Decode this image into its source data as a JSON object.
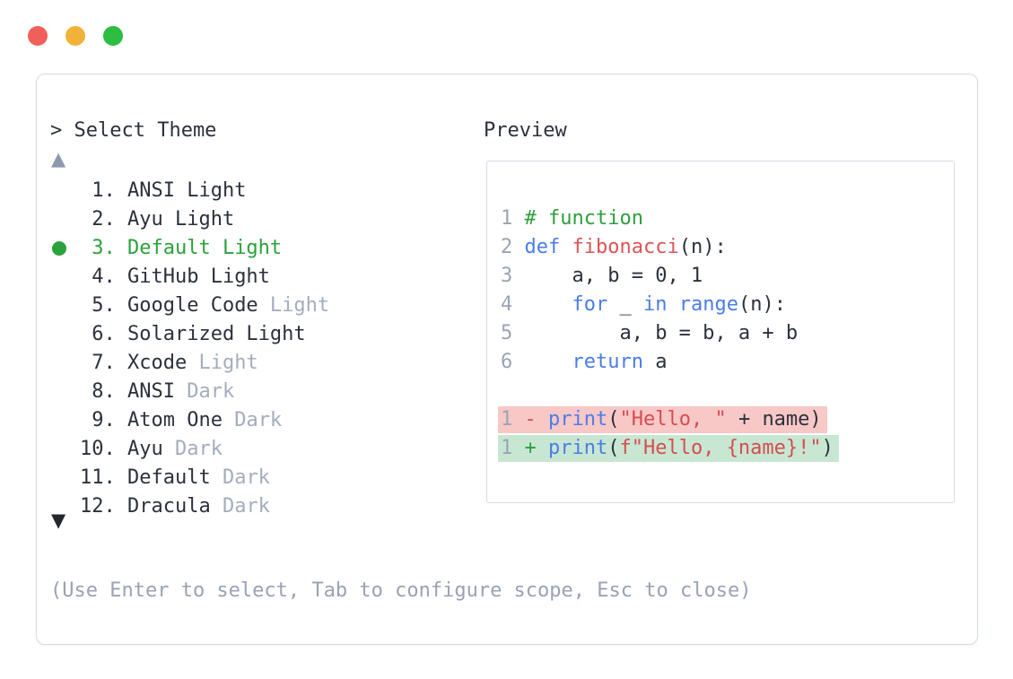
{
  "window": {
    "controls": [
      {
        "name": "close",
        "color_key": "light-red"
      },
      {
        "name": "minimize",
        "color_key": "light-yellow"
      },
      {
        "name": "zoom",
        "color_key": "light-green"
      }
    ]
  },
  "picker": {
    "prompt": "> Select Theme",
    "scroll_up_indicator": "▲",
    "scroll_down_indicator": "▼",
    "items": [
      {
        "number": "1",
        "name": "ANSI Light",
        "muted_suffix": "",
        "selected": false
      },
      {
        "number": "2",
        "name": "Ayu Light",
        "muted_suffix": "",
        "selected": false
      },
      {
        "number": "3",
        "name": "Default Light",
        "muted_suffix": "",
        "selected": true
      },
      {
        "number": "4",
        "name": "GitHub Light",
        "muted_suffix": "",
        "selected": false
      },
      {
        "number": "5",
        "name": "Google Code",
        "muted_suffix": "Light",
        "selected": false
      },
      {
        "number": "6",
        "name": "Solarized Light",
        "muted_suffix": "",
        "selected": false
      },
      {
        "number": "7",
        "name": "Xcode",
        "muted_suffix": "Light",
        "selected": false
      },
      {
        "number": "8",
        "name": "ANSI",
        "muted_suffix": "Dark",
        "selected": false
      },
      {
        "number": "9",
        "name": "Atom One",
        "muted_suffix": "Dark",
        "selected": false
      },
      {
        "number": "10",
        "name": "Ayu",
        "muted_suffix": "Dark",
        "selected": false
      },
      {
        "number": "11",
        "name": "Default",
        "muted_suffix": "Dark",
        "selected": false
      },
      {
        "number": "12",
        "name": "Dracula",
        "muted_suffix": "Dark",
        "selected": false
      }
    ],
    "help": "(Use Enter to select, Tab to configure scope, Esc to close)"
  },
  "preview": {
    "label": "Preview",
    "code_lines": [
      {
        "num": "1",
        "tokens": [
          {
            "c": "cm",
            "t": "# function"
          }
        ]
      },
      {
        "num": "2",
        "tokens": [
          {
            "c": "kw",
            "t": "def"
          },
          {
            "c": "pl",
            "t": " "
          },
          {
            "c": "fn",
            "t": "fibonacci"
          },
          {
            "c": "pl",
            "t": "(n):"
          }
        ]
      },
      {
        "num": "3",
        "tokens": [
          {
            "c": "pl",
            "t": "    a, b = 0, 1"
          }
        ]
      },
      {
        "num": "4",
        "tokens": [
          {
            "c": "pl",
            "t": "    "
          },
          {
            "c": "kw",
            "t": "for"
          },
          {
            "c": "pl",
            "t": " _ "
          },
          {
            "c": "kw",
            "t": "in"
          },
          {
            "c": "pl",
            "t": " "
          },
          {
            "c": "kw",
            "t": "range"
          },
          {
            "c": "pl",
            "t": "(n):"
          }
        ]
      },
      {
        "num": "5",
        "tokens": [
          {
            "c": "pl",
            "t": "        a, b = b, a + b"
          }
        ]
      },
      {
        "num": "6",
        "tokens": [
          {
            "c": "pl",
            "t": "    "
          },
          {
            "c": "kw",
            "t": "return"
          },
          {
            "c": "pl",
            "t": " a"
          }
        ]
      }
    ],
    "diff_lines": [
      {
        "num": "1",
        "sign": "-",
        "kind": "removed",
        "tokens": [
          {
            "c": "kw",
            "t": "print"
          },
          {
            "c": "pl",
            "t": "("
          },
          {
            "c": "st",
            "t": "\"Hello, \""
          },
          {
            "c": "pl",
            "t": " + name)"
          }
        ]
      },
      {
        "num": "1",
        "sign": "+",
        "kind": "added",
        "tokens": [
          {
            "c": "kw",
            "t": "print"
          },
          {
            "c": "pl",
            "t": "("
          },
          {
            "c": "st",
            "t": "f\"Hello, {name}!\""
          },
          {
            "c": "pl",
            "t": ")"
          }
        ]
      }
    ]
  },
  "colors": {
    "light-red": "#f0605a",
    "light-yellow": "#f1b23a",
    "light-green": "#2dbd41",
    "border": "#d6dae2",
    "text-dark": "#2b313c",
    "muted": "#a3adbd",
    "help": "#98a3b3",
    "accent-green": "#2ba23c",
    "arrow-up": "#8d99ad",
    "arrow-down": "#23272f",
    "line-number": "#9aa5b3",
    "code-plain": "#2b313c",
    "code-keyword": "#4a7de9",
    "code-function": "#dc5356",
    "code-string": "#d64d50",
    "code-comment": "#2f9e3d",
    "sign-removed": "#d64d50",
    "sign-added": "#2f9e3d",
    "diff-removed-bg": "#f8c8c7",
    "diff-added-bg": "#c7e7d2"
  }
}
